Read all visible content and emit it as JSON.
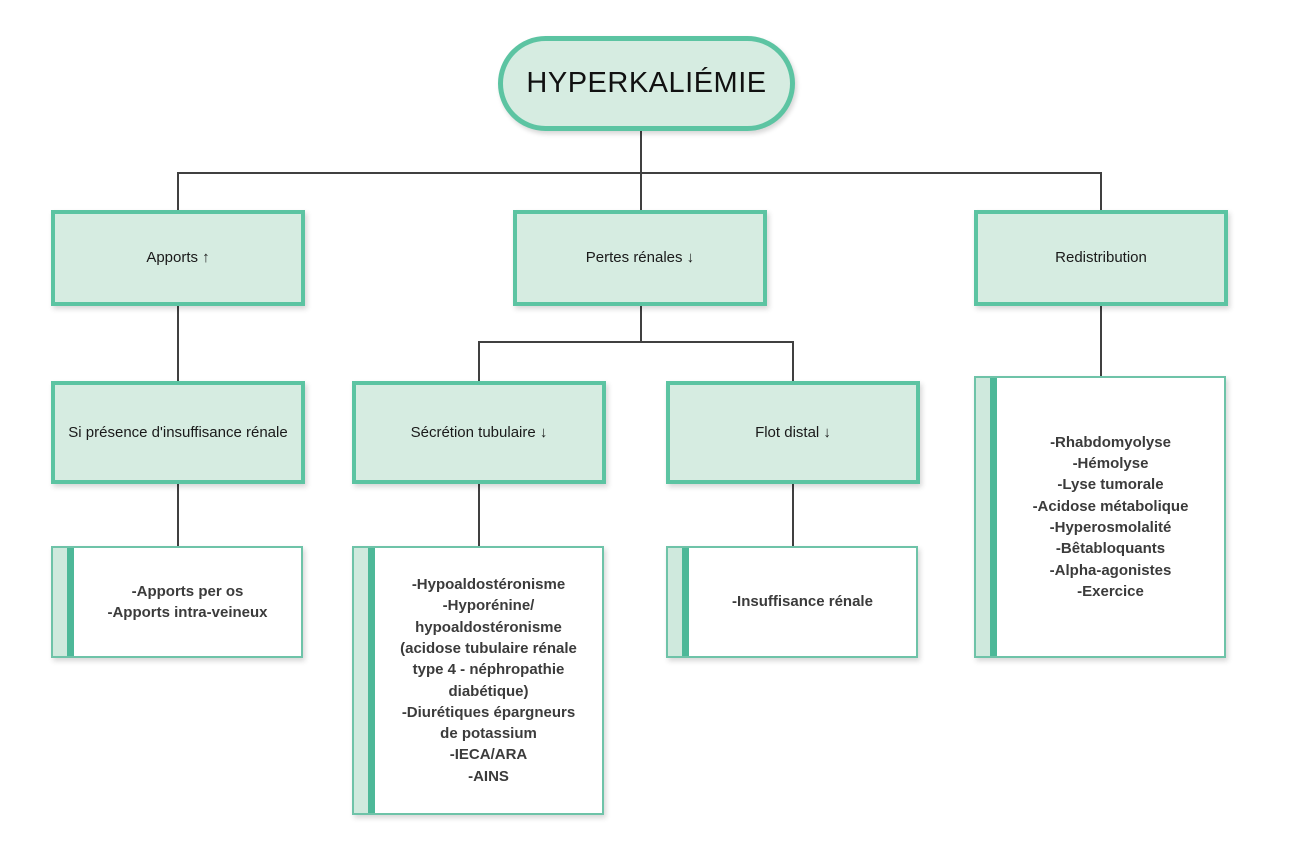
{
  "diagram": {
    "title": "HYPERKALIÉMIE",
    "colors": {
      "node_fill": "#d6ece1",
      "node_border": "#5cc4a2",
      "accent_pale": "#cfe9dd",
      "accent_bar": "#4db898",
      "line": "#404040",
      "text": "#3b3b3b",
      "background": "#ffffff"
    },
    "root": {
      "label": "HYPERKALIÉMIE"
    },
    "branches": [
      {
        "id": "apports",
        "label": "Apports ↑",
        "child": {
          "label": "Si présence d'insuffisance rénale",
          "leaf": {
            "items": [
              "-Apports per os",
              "-Apports intra-veineux"
            ]
          }
        }
      },
      {
        "id": "pertes-renales",
        "label": "Pertes rénales ↓",
        "children": [
          {
            "id": "secretion-tubulaire",
            "label": "Sécrétion tubulaire ↓",
            "leaf": {
              "items": [
                "-Hypoaldostéronisme",
                "-Hyporénine/",
                "hypoaldostéronisme",
                "(acidose tubulaire rénale",
                "type 4 - néphropathie",
                "diabétique)",
                "-Diurétiques épargneurs",
                "de potassium",
                "-IECA/ARA",
                "-AINS"
              ]
            }
          },
          {
            "id": "flot-distal",
            "label": "Flot distal ↓",
            "leaf": {
              "items": [
                "-Insuffisance rénale"
              ]
            }
          }
        ]
      },
      {
        "id": "redistribution",
        "label": "Redistribution",
        "leaf": {
          "items": [
            "-Rhabdomyolyse",
            "-Hémolyse",
            "-Lyse tumorale",
            "-Acidose métabolique",
            "-Hyperosmolalité",
            "-Bêtabloquants",
            "-Alpha-agonistes",
            "-Exercice"
          ]
        }
      }
    ]
  }
}
